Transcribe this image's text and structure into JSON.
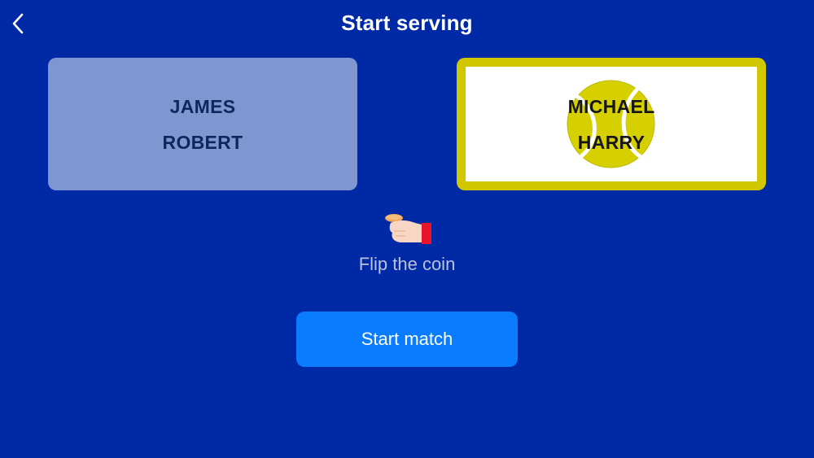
{
  "header": {
    "title": "Start serving",
    "back_icon": "chevron-left-icon"
  },
  "teams": [
    {
      "players": [
        "JAMES",
        "ROBERT"
      ],
      "serving": false
    },
    {
      "players": [
        "MICHAEL",
        "HARRY"
      ],
      "serving": true,
      "serving_icon": "tennis-ball-icon"
    }
  ],
  "coin": {
    "icon": "coin-flip-hand-icon",
    "label": "Flip the coin"
  },
  "actions": {
    "start_label": "Start match"
  },
  "colors": {
    "background": "#0029a6",
    "team_card_inactive": "#7f96d1",
    "serving_border": "#d1c700",
    "primary_button": "#0a7cff",
    "ball": "#d6d000"
  }
}
